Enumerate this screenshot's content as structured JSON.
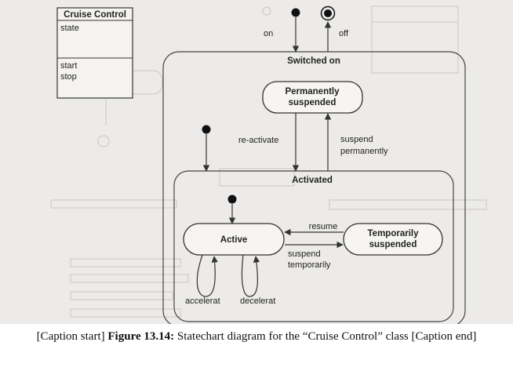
{
  "class_box": {
    "name": "Cruise Control",
    "attributes": [
      "state"
    ],
    "operations": [
      "start",
      "stop"
    ]
  },
  "states": {
    "switched_on": "Switched on",
    "permanently_suspended": [
      "Permanently",
      "suspended"
    ],
    "activated": "Activated",
    "active": "Active",
    "temporarily_suspended": [
      "Temporarily",
      "suspended"
    ]
  },
  "transitions": {
    "on": "on",
    "off": "off",
    "re_activate": "re-activate",
    "suspend_permanently": [
      "suspend",
      "permanently"
    ],
    "resume": "resume",
    "suspend_temporarily": [
      "suspend",
      "temporarily"
    ],
    "accelerate": "accelerat",
    "decelerate": "decelerat"
  },
  "caption": {
    "start": "[Caption start]",
    "figure": "Figure 13.14:",
    "text": "Statechart diagram for the “Cruise Control” class",
    "end": "[Caption end]"
  },
  "colors": {
    "background": "#ecebe9",
    "line": "#333333",
    "state_fill": "#f6f5f3"
  }
}
